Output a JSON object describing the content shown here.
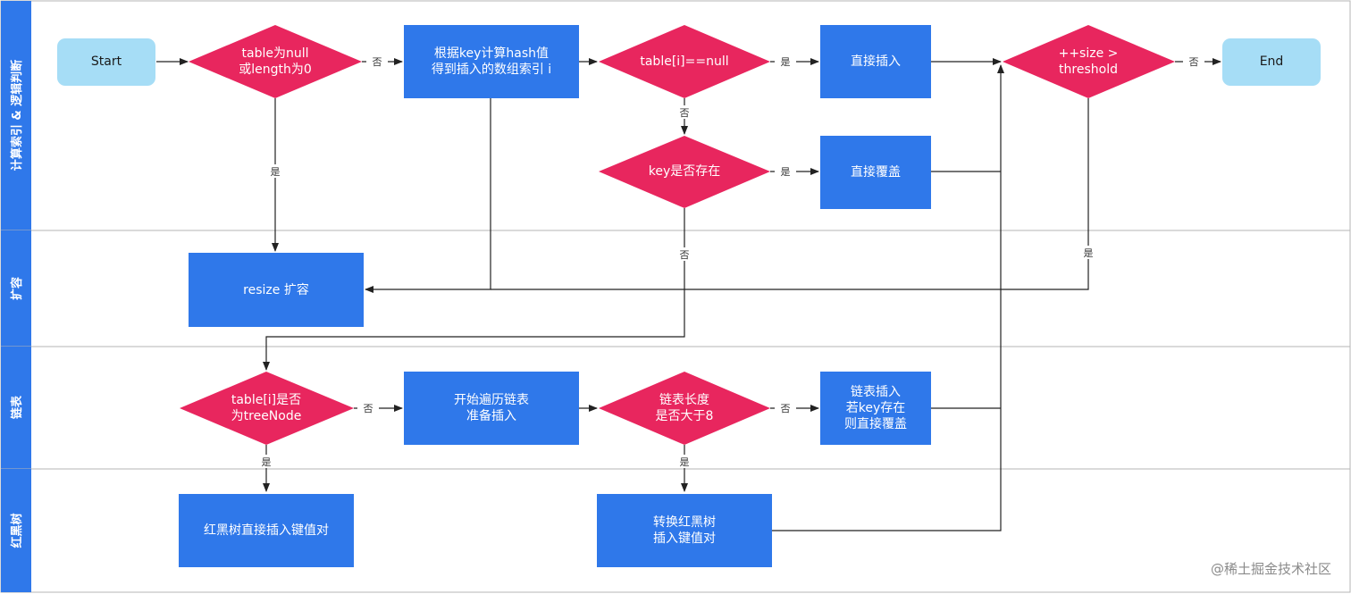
{
  "colors": {
    "lane_header": "#2f78ea",
    "lane_border": "#b5b5b5",
    "process": "#2f78ea",
    "decision": "#e8265e",
    "terminal": "#a6ddf6",
    "edge": "#222222"
  },
  "lanes": [
    {
      "label": "计算索引 & 逻辑判断"
    },
    {
      "label": "扩容"
    },
    {
      "label": "链表"
    },
    {
      "label": "红黑树"
    }
  ],
  "nodes": {
    "start": {
      "lines": [
        "Start"
      ]
    },
    "table_null": {
      "lines": [
        "table为null",
        "或length为0"
      ]
    },
    "calc_hash": {
      "lines": [
        "根据key计算hash值",
        "得到插入的数组索引 i"
      ]
    },
    "table_i_null": {
      "lines": [
        "table[i]==null"
      ]
    },
    "direct_insert": {
      "lines": [
        "直接插入"
      ]
    },
    "size_threshold": {
      "lines": [
        "++size >",
        "threshold"
      ]
    },
    "end": {
      "lines": [
        "End"
      ]
    },
    "key_exists": {
      "lines": [
        "key是否存在"
      ]
    },
    "direct_overwrite": {
      "lines": [
        "直接覆盖"
      ]
    },
    "resize": {
      "lines": [
        "resize 扩容"
      ]
    },
    "is_treenode": {
      "lines": [
        "table[i]是否",
        "为treeNode"
      ]
    },
    "traverse_list": {
      "lines": [
        "开始遍历链表",
        "准备插入"
      ]
    },
    "list_len_gt8": {
      "lines": [
        "链表长度",
        "是否大于8"
      ]
    },
    "list_insert": {
      "lines": [
        "链表插入",
        "若key存在",
        "则直接覆盖"
      ]
    },
    "rbtree_insert": {
      "lines": [
        "红黑树直接插入键值对"
      ]
    },
    "to_rbtree": {
      "lines": [
        "转换红黑树",
        "插入键值对"
      ]
    }
  },
  "edge_labels": {
    "no": "否",
    "yes": "是"
  },
  "watermark": "@稀土掘金技术社区"
}
